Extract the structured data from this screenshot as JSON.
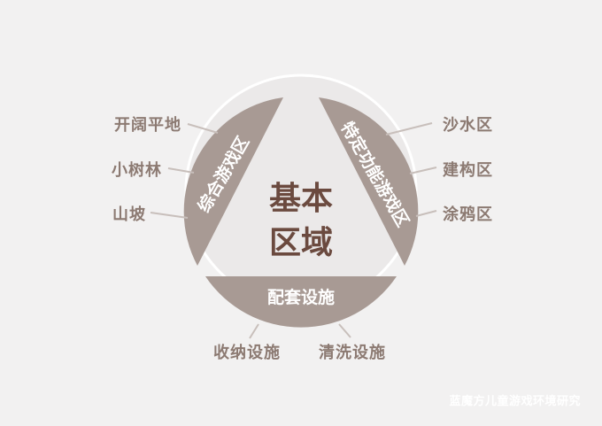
{
  "center": {
    "line1": "基本",
    "line2": "区域"
  },
  "segments": {
    "left": "综合游戏区",
    "right": "特定功能游戏区",
    "bottom": "配套设施"
  },
  "left_items": [
    "开阔平地",
    "小树林",
    "山坡"
  ],
  "right_items": [
    "沙水区",
    "建构区",
    "涂鸦区"
  ],
  "bottom_items": [
    "收纳设施",
    "清洗设施"
  ],
  "watermark": "蓝魔方儿童游戏环境研究",
  "colors": {
    "background": "#f2f1f1",
    "segment": "#a89a94",
    "center_text": "#6b4a3f",
    "label_text": "#8c7a72",
    "connector": "#c8bfbb"
  }
}
